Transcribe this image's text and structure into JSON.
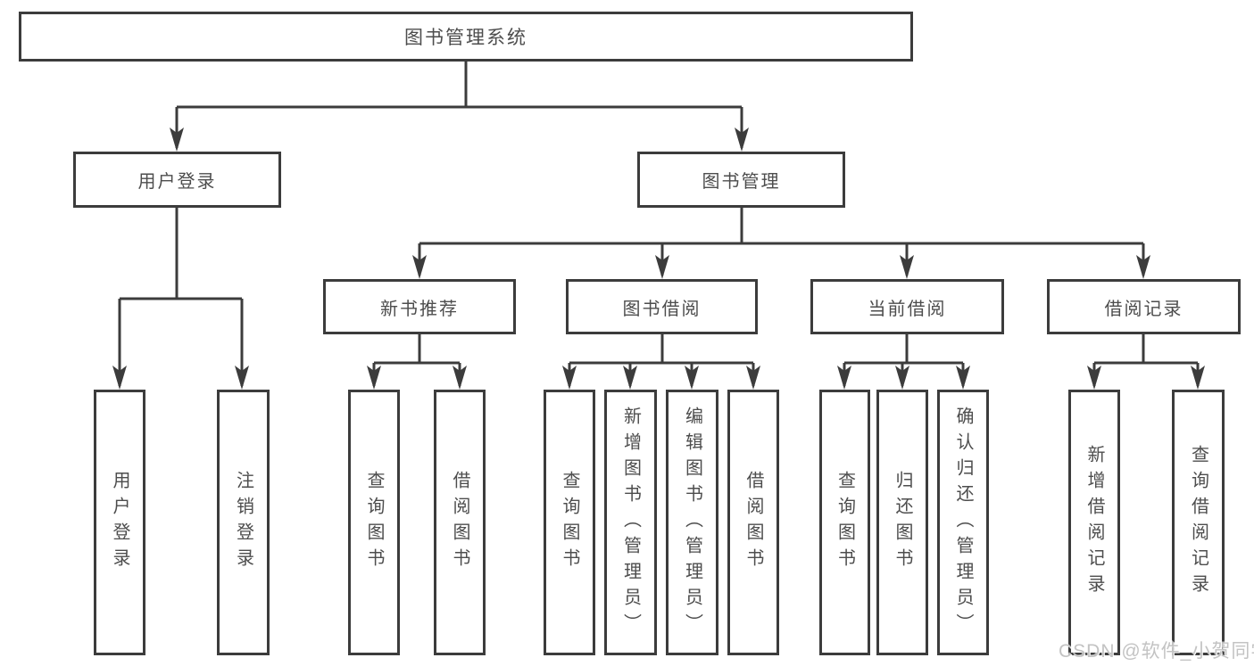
{
  "root": {
    "label": "图书管理系统"
  },
  "branches": {
    "user_login": {
      "label": "用户登录",
      "leaves": [
        "用户登录",
        "注销登录"
      ]
    },
    "book_mgmt": {
      "label": "图书管理",
      "groups": {
        "new_book": {
          "label": "新书推荐",
          "leaves": [
            "查询图书",
            "借阅图书"
          ]
        },
        "borrow": {
          "label": "图书借阅",
          "leaves": [
            "查询图书",
            "新增图书（管理员）",
            "编辑图书（管理员）",
            "借阅图书"
          ]
        },
        "current": {
          "label": "当前借阅",
          "leaves": [
            "查询图书",
            "归还图书",
            "确认归还（管理员）"
          ]
        },
        "records": {
          "label": "借阅记录",
          "leaves": [
            "新增借阅记录",
            "查询借阅记录"
          ]
        }
      }
    }
  },
  "watermark": {
    "text": "CSDN @软件_小贺同学"
  },
  "colors": {
    "line": "#3c3c3c",
    "text": "#4d4d4d",
    "watermark": "#c3c3c3",
    "background": "#ffffff"
  }
}
